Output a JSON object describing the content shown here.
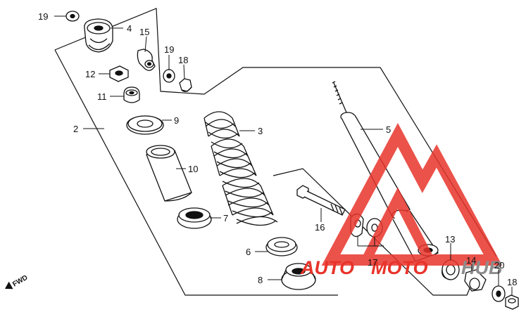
{
  "diagram": {
    "callouts": [
      {
        "id": "19",
        "label": "19"
      },
      {
        "id": "4",
        "label": "4"
      },
      {
        "id": "15",
        "label": "15"
      },
      {
        "id": "19b",
        "label": "19"
      },
      {
        "id": "18",
        "label": "18"
      },
      {
        "id": "12",
        "label": "12"
      },
      {
        "id": "11",
        "label": "11"
      },
      {
        "id": "9",
        "label": "9"
      },
      {
        "id": "2",
        "label": "2"
      },
      {
        "id": "3",
        "label": "3"
      },
      {
        "id": "5",
        "label": "5"
      },
      {
        "id": "10",
        "label": "10"
      },
      {
        "id": "7",
        "label": "7"
      },
      {
        "id": "16",
        "label": "16"
      },
      {
        "id": "6",
        "label": "6"
      },
      {
        "id": "8",
        "label": "8"
      },
      {
        "id": "17",
        "label": "17"
      },
      {
        "id": "13",
        "label": "13"
      },
      {
        "id": "14",
        "label": "14"
      },
      {
        "id": "20",
        "label": "20"
      },
      {
        "id": "18b",
        "label": "18"
      }
    ],
    "fwd_label": "FWD"
  },
  "watermark": {
    "text_a": "AUTO",
    "text_b": "MOTO",
    "text_c": "HUB",
    "color_red": "#e8342b",
    "color_gray": "#8c8c8c"
  }
}
